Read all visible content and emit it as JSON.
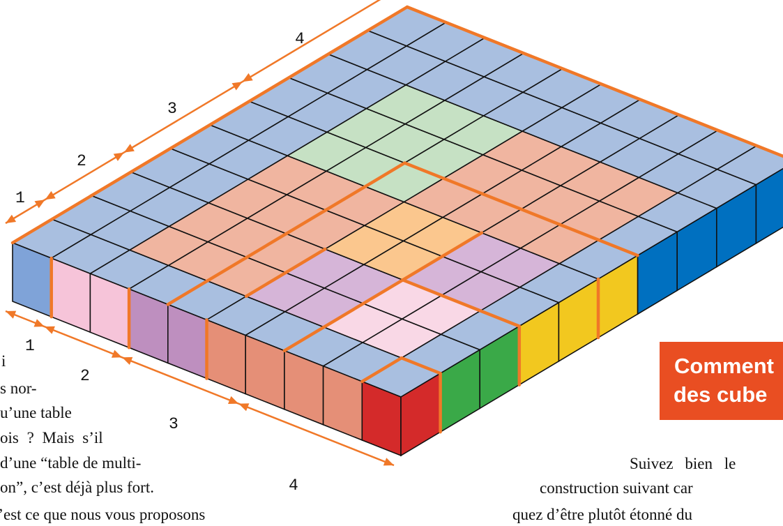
{
  "figure": {
    "grid_size": 10,
    "labels_back_edge": [
      "1",
      "2",
      "3",
      "4"
    ],
    "labels_front_edge": [
      "1",
      "2",
      "3",
      "4"
    ],
    "colors": {
      "blue": {
        "top": "#a9bfe0",
        "side": "#0070c0",
        "side_light": "#7fa3d8"
      },
      "pink": {
        "top": "#f9d8e6",
        "side": "#f6c4d9"
      },
      "purple": {
        "top": "#d6b5d8",
        "side": "#be8fbf"
      },
      "orange": {
        "top": "#fbc78e",
        "side": "#f7b26d"
      },
      "salmon": {
        "top": "#f0b5a0",
        "side": "#e58f77"
      },
      "green": {
        "top": "#c6e1c4",
        "side": "#3aa948"
      },
      "yellow": {
        "top": "#fbeec0",
        "side": "#f2c81f"
      },
      "red": {
        "side": "#d42a2a"
      },
      "accent": "#f07828"
    }
  },
  "text_left": [
    "i",
    "s nor-",
    "u’une table",
    "ois ? Mais s’il",
    "d’une “table de multi-",
    "on”, c’est déjà plus fort.",
    "C’est ce que nous vous proposons"
  ],
  "banner": {
    "line1": "Comment",
    "line2": "des cube"
  },
  "text_right": [
    "Suivez bien le",
    "construction suivant car",
    "quez d’être plutôt étonné du"
  ]
}
